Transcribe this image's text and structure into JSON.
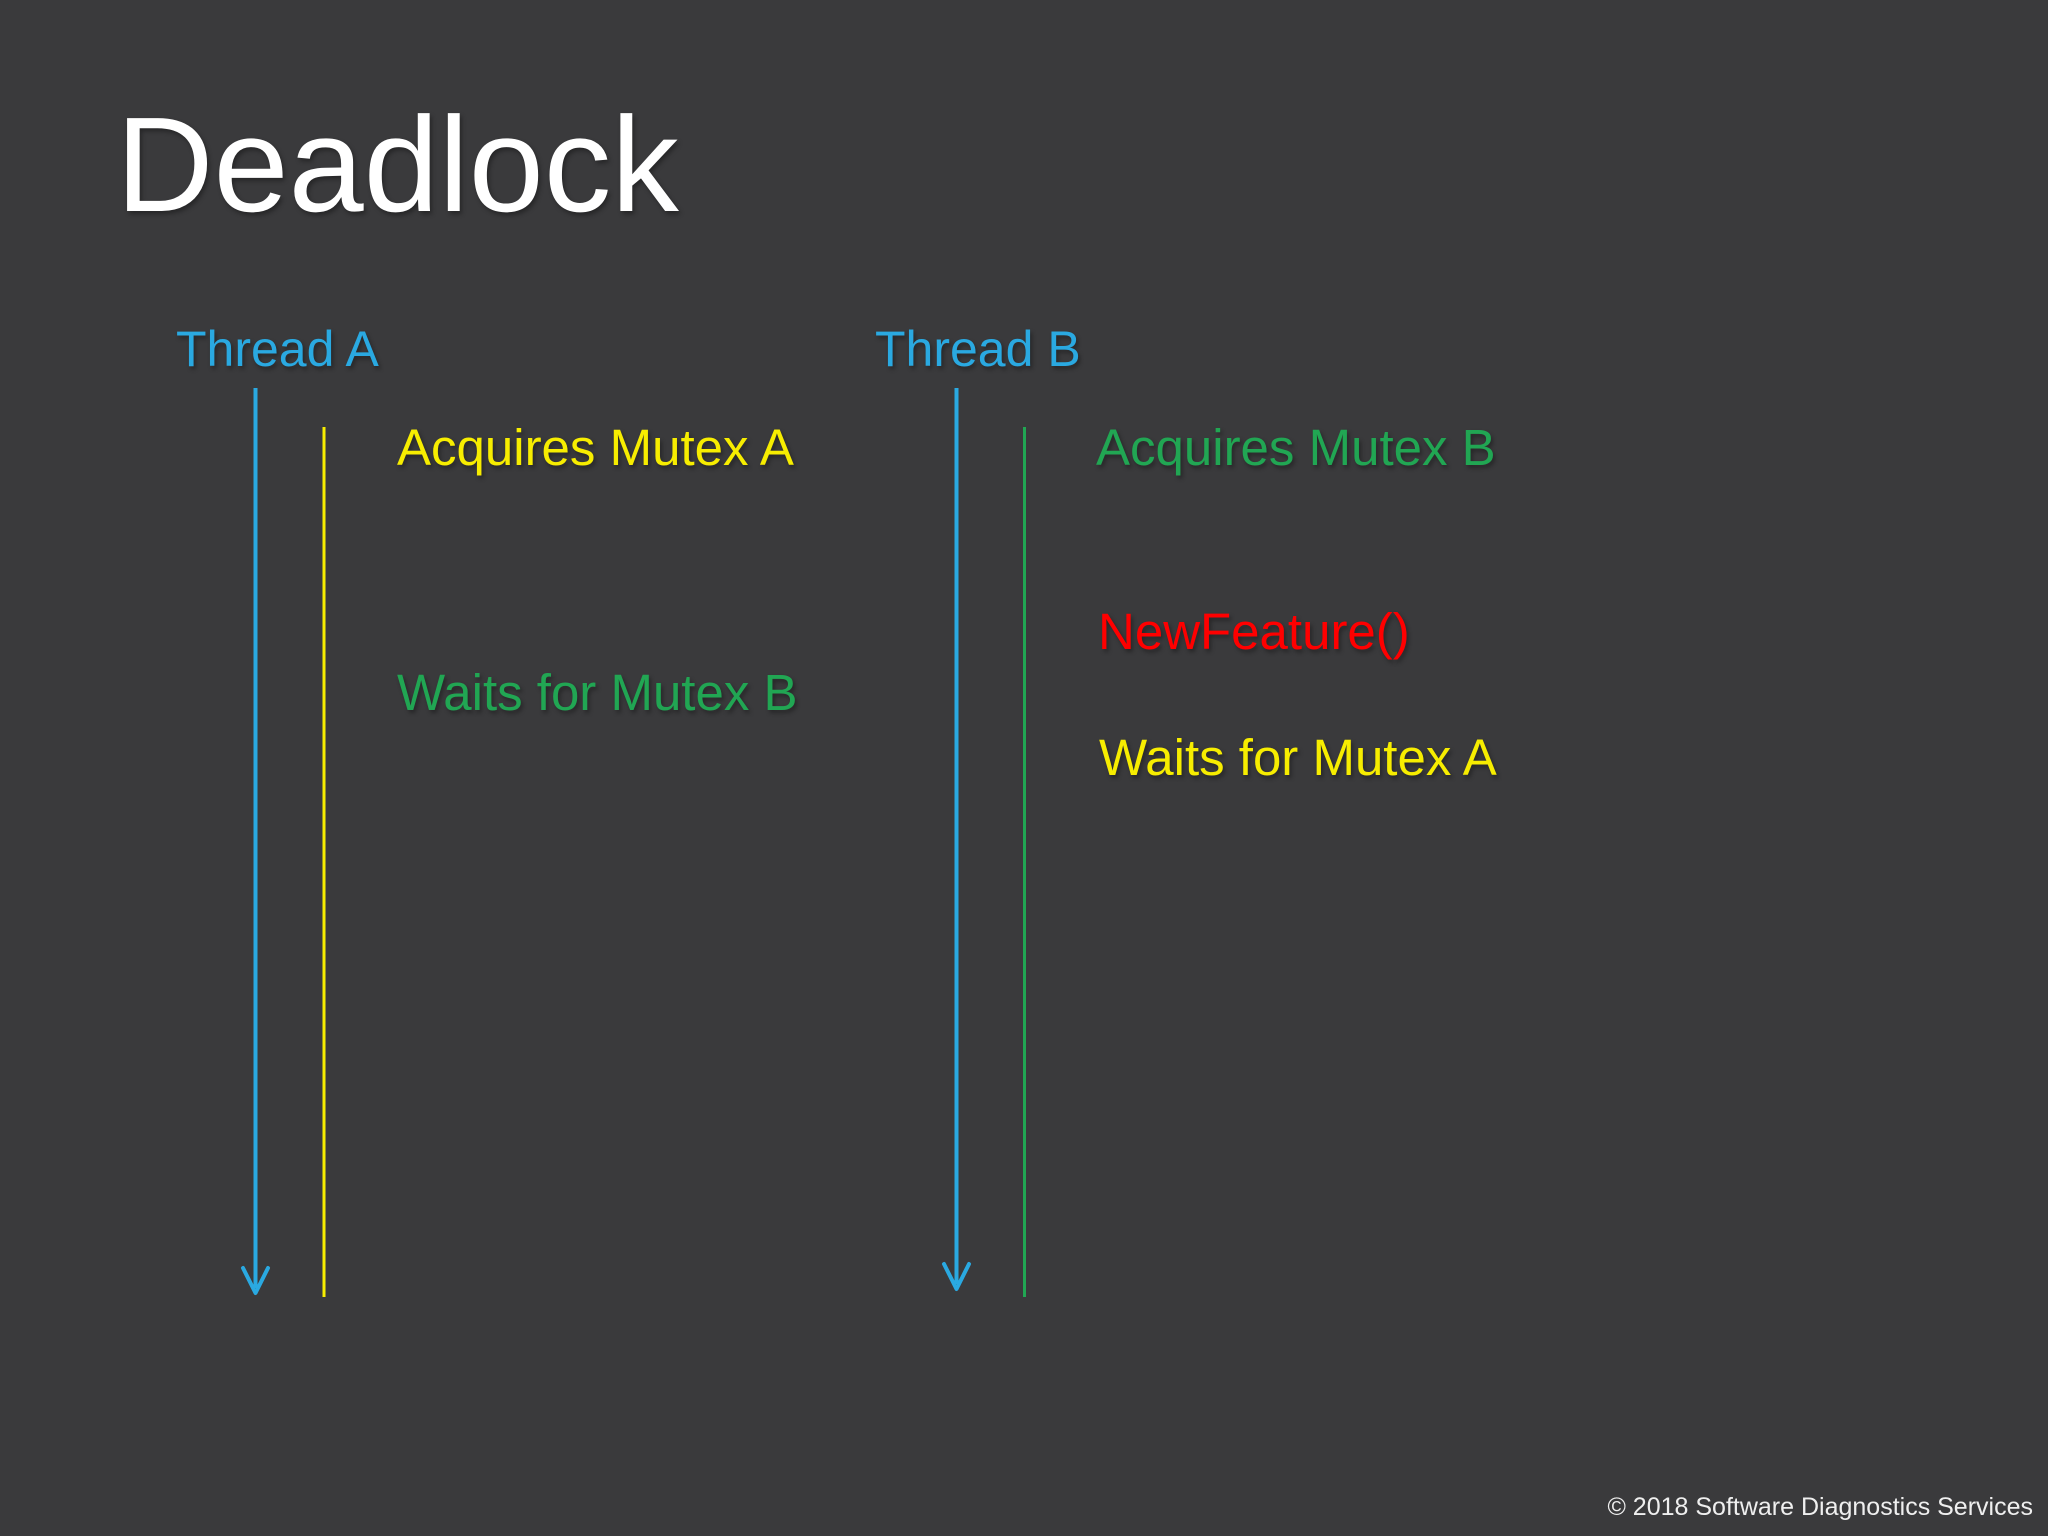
{
  "slide": {
    "title": "Deadlock",
    "footer": "© 2018 Software Diagnostics Services"
  },
  "colors": {
    "background": "#3A3A3C",
    "title": "#FFFFFF",
    "thread_blue": "#2AA9E1",
    "yellow": "#F7ED00",
    "green": "#21A653",
    "red": "#FF0000",
    "footer": "#EFEFEF"
  },
  "diagram": {
    "thread_a": {
      "label": "Thread A",
      "events": [
        {
          "text": "Acquires Mutex A",
          "color": "yellow"
        },
        {
          "text": "Waits for Mutex B",
          "color": "green"
        }
      ]
    },
    "thread_b": {
      "label": "Thread B",
      "events": [
        {
          "text": "Acquires Mutex B",
          "color": "green"
        },
        {
          "text": "NewFeature()",
          "color": "red"
        },
        {
          "text": "Waits for Mutex A",
          "color": "yellow"
        }
      ]
    }
  }
}
